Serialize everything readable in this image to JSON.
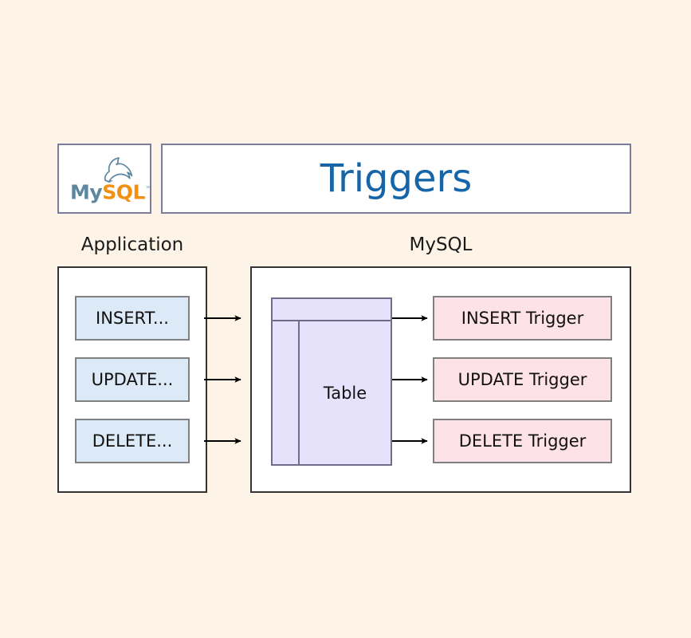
{
  "background_color": "#FDF3E7",
  "header": {
    "logo": {
      "icon": "mysql-dolphin-logo",
      "word_my": "My",
      "word_sql": "SQL",
      "trademark": "™",
      "color_my": "#5D87A1",
      "color_sql": "#F29111"
    },
    "title": "Triggers",
    "title_color": "#1565A8"
  },
  "left_section": {
    "caption": "Application",
    "statements": [
      {
        "label": "INSERT..."
      },
      {
        "label": "UPDATE..."
      },
      {
        "label": "DELETE..."
      }
    ],
    "fill_color": "#DCEAF7"
  },
  "right_section": {
    "caption": "MySQL",
    "table": {
      "label": "Table",
      "fill_color": "#E6E2FB"
    },
    "triggers": [
      {
        "label": "INSERT Trigger"
      },
      {
        "label": "UPDATE Trigger"
      },
      {
        "label": "DELETE Trigger"
      }
    ],
    "fill_color": "#FDE2E7"
  },
  "arrows": {
    "app_to_table": [
      {
        "name": "arrow-insert"
      },
      {
        "name": "arrow-update"
      },
      {
        "name": "arrow-delete"
      }
    ],
    "table_to_trigger": [
      {
        "name": "arrow-insert-trigger"
      },
      {
        "name": "arrow-update-trigger"
      },
      {
        "name": "arrow-delete-trigger"
      }
    ],
    "color": "#000000"
  }
}
